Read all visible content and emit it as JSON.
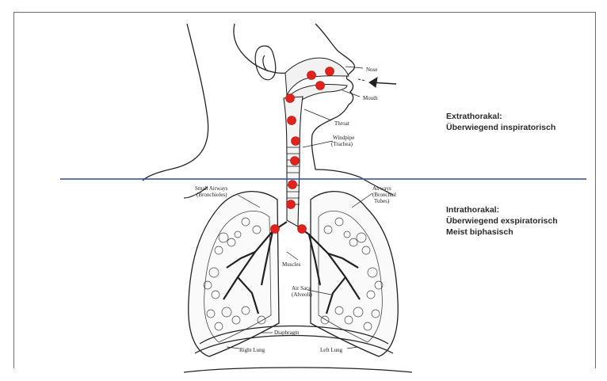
{
  "extrathorakal": {
    "line1": "Extrathorakal:",
    "line2": "Überwiegend inspiratorisch"
  },
  "intrathorakal": {
    "line1": "Intrathorakal:",
    "line2": "Überwiegend exspiratorisch",
    "line3": "Meist biphasisch"
  },
  "labels": {
    "nose": "Nose",
    "mouth": "Mouth",
    "throat": "Throat",
    "windpipe": "Windpipe",
    "trachea": "(Trachea)",
    "small_airways": "Small Airways",
    "bronchioles": "(Bronchioles)",
    "airways": "Airways",
    "bronchial": "(Bronchial",
    "tubes": "Tubes)",
    "muscles": "Muscles",
    "air_sacs": "Air Sacs",
    "alveoli": "(Alveoli)",
    "diaphragm": "Diaphragm",
    "right_lung": "Right Lung",
    "left_lung": "Left Lung"
  },
  "colors": {
    "divider_line": "#2f4f9a",
    "marker_dot": "#e0231c",
    "drawing": "#222222"
  },
  "icons": [
    "airflow-arrow-icon"
  ]
}
